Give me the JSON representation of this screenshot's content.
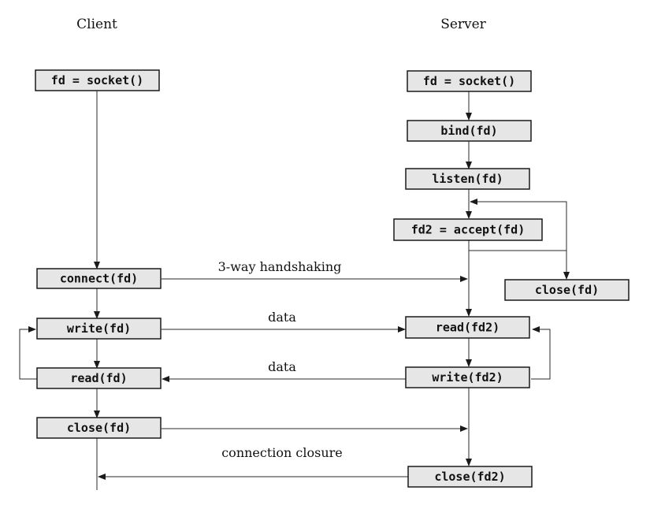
{
  "headers": {
    "client": "Client",
    "server": "Server"
  },
  "client": {
    "socket": "fd = socket()",
    "connect": "connect(fd)",
    "write": "write(fd)",
    "read": "read(fd)",
    "close": "close(fd)"
  },
  "server": {
    "socket": "fd = socket()",
    "bind": "bind(fd)",
    "listen": "listen(fd)",
    "accept": "fd2 = accept(fd)",
    "close_fd": "close(fd)",
    "read": "read(fd2)",
    "write": "write(fd2)",
    "close_fd2": "close(fd2)"
  },
  "labels": {
    "handshake": "3-way handshaking",
    "data_to_server": "data",
    "data_to_client": "data",
    "closure": "connection closure"
  }
}
